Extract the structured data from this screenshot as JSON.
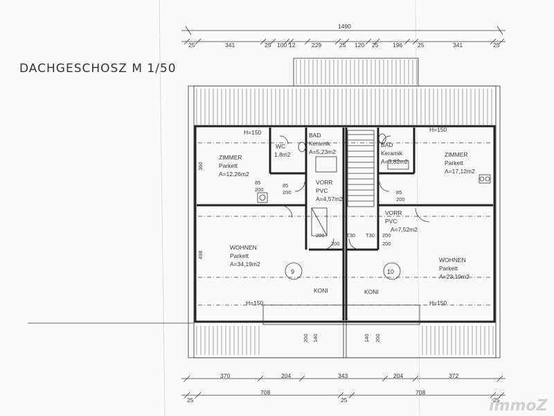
{
  "title": "DACHGESCHOSZ  M 1/50",
  "dimensions": {
    "overall_top": "1490",
    "top_row": [
      "25",
      "341",
      "25",
      "100",
      "12",
      "229",
      "25",
      "120",
      "25",
      "196",
      "25",
      "341",
      "25"
    ],
    "bottom_row1": [
      "370",
      "204",
      "343",
      "204",
      "372"
    ],
    "bottom_row2": [
      "25",
      "708",
      "25",
      "708",
      "25"
    ]
  },
  "rooms": {
    "zimmer_left": {
      "name": "ZIMMER",
      "floor": "Parkett",
      "area": "A=12,26m2"
    },
    "wc": {
      "name": "WC",
      "area": "1,8m2"
    },
    "bad_left": {
      "name": "BAD",
      "floor": "Keramik",
      "area": "A=5,23m2"
    },
    "bad_right": {
      "name": "BAD",
      "floor": "Keramik",
      "area": "A=3,82m2"
    },
    "zimmer_right": {
      "name": "ZIMMER",
      "floor": "Parkett",
      "area": "A=17,12m2"
    },
    "vorr_left": {
      "name": "VORR",
      "floor": "PVC",
      "area": "A=4,57m2"
    },
    "vorr_right": {
      "name": "VORR",
      "floor": "PVC",
      "area": "A=7,52m2"
    },
    "wohnen_left": {
      "name": "WOHNEN",
      "floor": "Parkett",
      "area": "A=34,19m2"
    },
    "wohnen_right": {
      "name": "WOHNEN",
      "floor": "Parkett",
      "area": "A=23,10m2"
    }
  },
  "units": {
    "left": "9",
    "right": "10"
  },
  "koni": [
    "KONI",
    "KONI"
  ],
  "heights": {
    "h150_tl": "H=150",
    "h150_tr": "H=150",
    "h150_bl": "H=150",
    "h150_br": "H=150"
  },
  "misc": {
    "t30a": "T30",
    "t30b": "T30",
    "d200a": "200",
    "d200b": "200",
    "d200c": "200",
    "d200d": "200",
    "d85a": "85",
    "d85b": "85",
    "d200e": "200",
    "d200f": "200",
    "d85c": "85",
    "d200g": "200",
    "v200a": "200",
    "v140a": "140",
    "v140b": "140",
    "v200b": "200",
    "side360": "360",
    "side498": "498"
  },
  "watermark": "immoZ"
}
